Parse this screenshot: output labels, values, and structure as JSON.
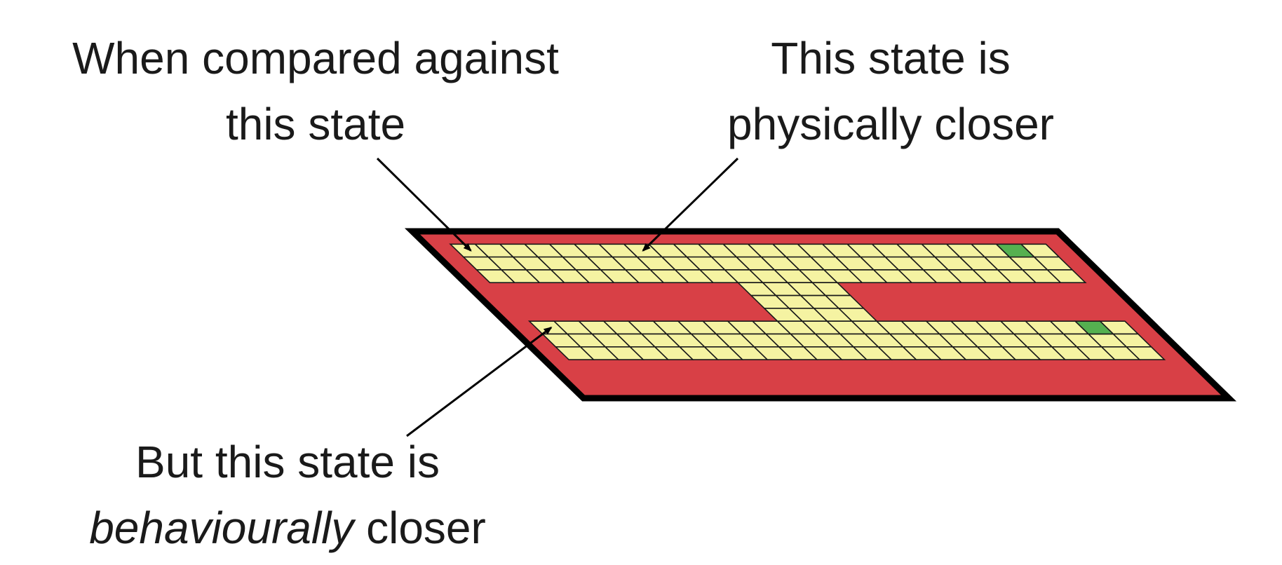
{
  "labels": {
    "compared_line1": "When compared against",
    "compared_line2": "this state",
    "physical_line1": "This state is",
    "physical_line2": "physically closer",
    "behavioural_line1": "But this state is",
    "behavioural_italic": "behaviourally",
    "behavioural_rest": " closer"
  },
  "colors": {
    "wall": "#d84046",
    "floor": "#f5f3a2",
    "goal": "#55b050",
    "outline": "#000000",
    "text": "#1a1a1a"
  }
}
